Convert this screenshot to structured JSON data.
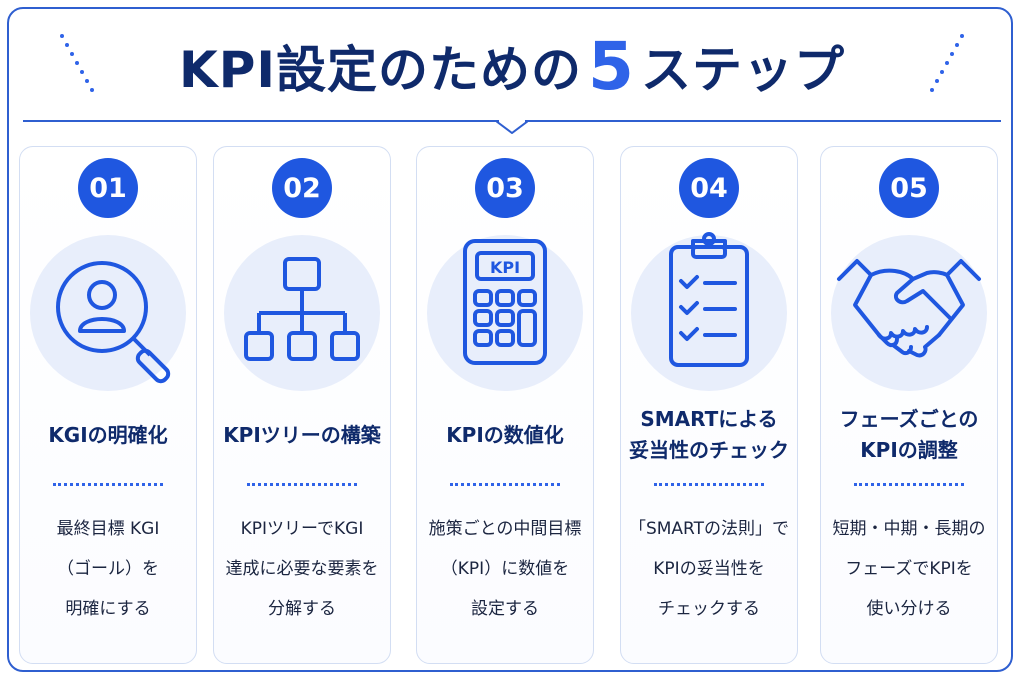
{
  "title": {
    "main": "KPI設定のための",
    "number": "5",
    "suffix": "ステップ"
  },
  "colors": {
    "primary": "#1f57e0",
    "navy": "#0f2a6b",
    "icon_bg": "#e8eefb",
    "border": "#2f5fd0"
  },
  "steps": [
    {
      "number": "01",
      "icon": "person-search-icon",
      "name": [
        "KGIの明確化"
      ],
      "desc": [
        "最終目標 KGI",
        "（ゴール）を",
        "明確にする"
      ]
    },
    {
      "number": "02",
      "icon": "tree-diagram-icon",
      "name": [
        "KPIツリーの構築"
      ],
      "desc": [
        "KPIツリーでKGI",
        "達成に必要な要素を",
        "分解する"
      ]
    },
    {
      "number": "03",
      "icon": "calculator-icon",
      "icon_label": "KPI",
      "name": [
        "KPIの数値化"
      ],
      "desc": [
        "施策ごとの中間目標",
        "（KPI）に数値を",
        "設定する"
      ]
    },
    {
      "number": "04",
      "icon": "clipboard-checklist-icon",
      "name": [
        "SMARTによる",
        "妥当性のチェック"
      ],
      "desc": [
        "「SMARTの法則」で",
        "KPIの妥当性を",
        "チェックする"
      ]
    },
    {
      "number": "05",
      "icon": "handshake-icon",
      "name": [
        "フェーズごとの",
        "KPIの調整"
      ],
      "desc": [
        "短期・中期・長期の",
        "フェーズでKPIを",
        "使い分ける"
      ]
    }
  ]
}
